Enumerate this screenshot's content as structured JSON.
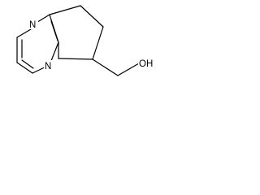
{
  "molecule": {
    "atom_labels": {
      "n1": "N",
      "n2": "N",
      "oh": "OH"
    },
    "colors": {
      "bond": "#000000",
      "background": "#ffffff"
    }
  }
}
